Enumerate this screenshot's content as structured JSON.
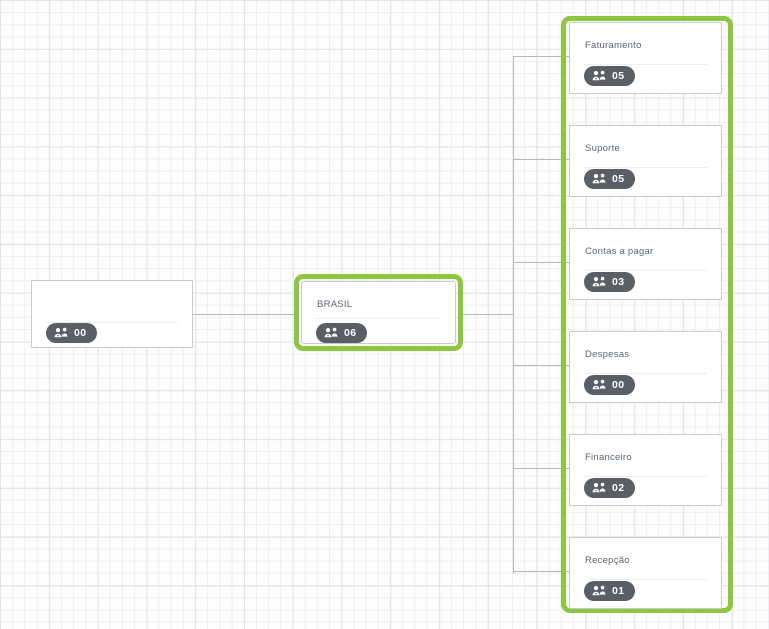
{
  "canvas": {
    "background_color": "#fdfdfd",
    "grid_color": "#e1e3e5",
    "connector_color": "#b6b8ba",
    "accent_color": "#8dc63f",
    "badge_color": "#5a5f66",
    "card_border_color": "#c8cacc",
    "title_color": "#5a6570"
  },
  "root_node": {
    "title": "",
    "people_icon": "users-group-icon",
    "count": "00",
    "selected": false
  },
  "parent_node": {
    "title": "BRASIL",
    "people_icon": "users-group-icon",
    "count": "06",
    "selected": true
  },
  "children_group": {
    "selected": true,
    "nodes": [
      {
        "title": "Faturamento",
        "people_icon": "users-group-icon",
        "count": "05"
      },
      {
        "title": "Suporte",
        "people_icon": "users-group-icon",
        "count": "05"
      },
      {
        "title": "Contas a pagar",
        "people_icon": "users-group-icon",
        "count": "03"
      },
      {
        "title": "Despesas",
        "people_icon": "users-group-icon",
        "count": "00"
      },
      {
        "title": "Financeiro",
        "people_icon": "users-group-icon",
        "count": "02"
      },
      {
        "title": "Recepção",
        "people_icon": "users-group-icon",
        "count": "01"
      }
    ]
  }
}
